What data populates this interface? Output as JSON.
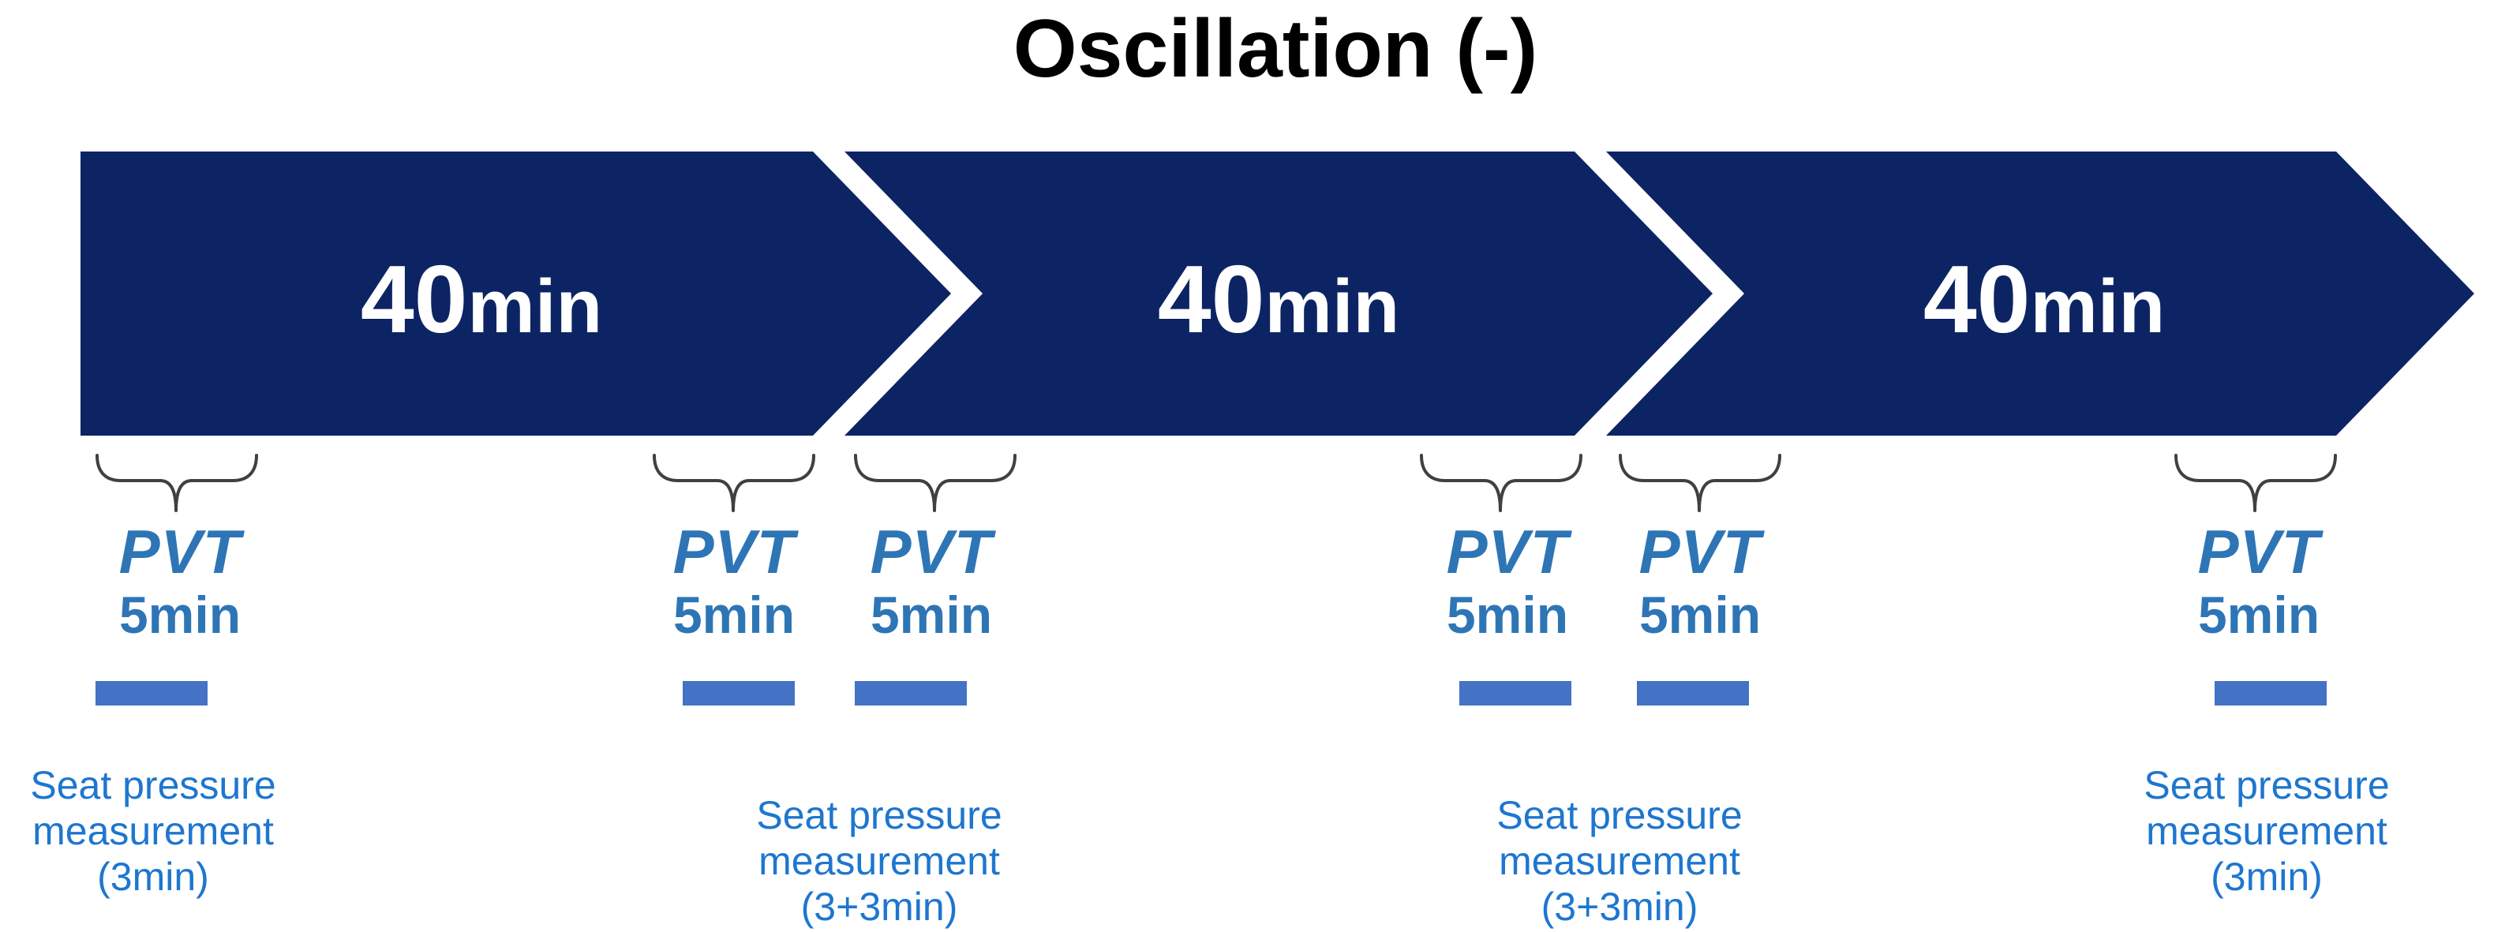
{
  "title": "Oscillation (-)",
  "colors": {
    "arrow_fill": "#0d2464",
    "arrow_text": "#ffffff",
    "bar_fill": "#4472c4",
    "pvt_text": "#2e75b6",
    "seat_text": "#1e76cf",
    "brace_stroke": "#404040",
    "title_text": "#000000"
  },
  "segments": [
    {
      "value": "40",
      "unit": "min"
    },
    {
      "value": "40",
      "unit": "min"
    },
    {
      "value": "40",
      "unit": "min"
    }
  ],
  "pvt_markers": [
    {
      "name": "PVT",
      "duration": "5min"
    },
    {
      "name": "PVT",
      "duration": "5min"
    },
    {
      "name": "PVT",
      "duration": "5min"
    },
    {
      "name": "PVT",
      "duration": "5min"
    },
    {
      "name": "PVT",
      "duration": "5min"
    },
    {
      "name": "PVT",
      "duration": "5min"
    }
  ],
  "seat_labels": [
    {
      "line1": "Seat pressure",
      "line2": "measurement",
      "line3": "(3min)"
    },
    {
      "line1": "Seat pressure",
      "line2": "measurement",
      "line3": "(3+3min)"
    },
    {
      "line1": "Seat pressure",
      "line2": "measurement",
      "line3": "(3+3min)"
    },
    {
      "line1": "Seat pressure",
      "line2": "measurement",
      "line3": "(3min)"
    }
  ]
}
